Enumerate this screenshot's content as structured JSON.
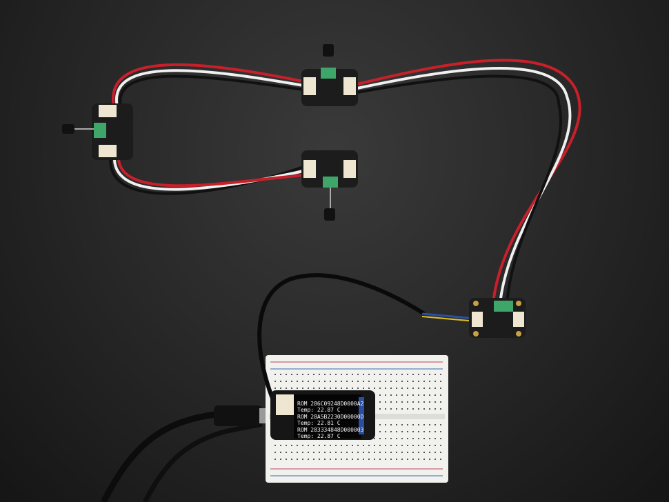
{
  "scene": {
    "description_free": true,
    "display": {
      "lines": [
        {
          "rom": "ROM 286C09248D0000A2",
          "temp": "Temp: 22.87 C"
        },
        {
          "rom": "ROM 28A5B2230D00000D",
          "temp": "Temp: 22.81 C"
        },
        {
          "rom": "ROM 283334848D000003",
          "temp": "Temp: 22.87 C"
        }
      ]
    },
    "colors": {
      "background": "#262626",
      "wire_red": "#c8202a",
      "wire_white": "#f0f0f0",
      "wire_black": "#111111",
      "pcb": "#1c1c1c",
      "terminal_block": "#3fa66a",
      "connector": "#efe6d2",
      "breadboard": "#f1f1ee",
      "tft_bar": "#2a4fa0"
    }
  }
}
